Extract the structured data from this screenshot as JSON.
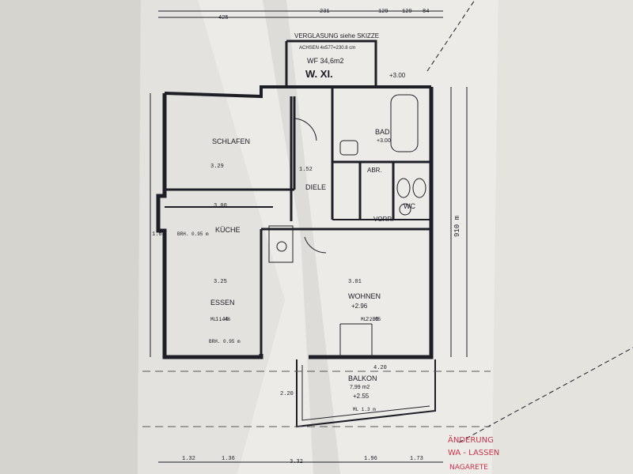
{
  "header": {
    "glazing": "VERGLASUNG siehe SKIZZE",
    "unit_area": "WF 34,6m2",
    "unit_no": "W. XI.",
    "axis_note": "ACHSEN 4x577=230.8 cm",
    "level_top": "+3.00"
  },
  "rooms": [
    {
      "id": "schlafen",
      "name": "SCHLAFEN"
    },
    {
      "id": "bad",
      "name": "BAD",
      "level": "+3.00"
    },
    {
      "id": "abr",
      "name": "ABR."
    },
    {
      "id": "diele",
      "name": "DIELE"
    },
    {
      "id": "wc",
      "name": "WC"
    },
    {
      "id": "vorr",
      "name": "VORR."
    },
    {
      "id": "kueche",
      "name": "KÜCHE"
    },
    {
      "id": "essen",
      "name": "ESSEN"
    },
    {
      "id": "wohnen",
      "name": "WOHNEN",
      "level": "+2.96"
    },
    {
      "id": "balkon",
      "name": "BALKON",
      "area": "7,99 m2",
      "level": "+2.55"
    }
  ],
  "dimensions": {
    "top": [
      "425",
      "231",
      "129",
      "129",
      "84"
    ],
    "bottom": [
      "1.32",
      "1.36",
      "3.32",
      "1.96",
      "1.73"
    ],
    "interior": [
      "3.29",
      "3.00",
      "3.25",
      "3.01",
      "4.20",
      "1.46",
      "2.05",
      "1.52",
      "2.20",
      "1.63"
    ],
    "right_total": "910 m",
    "ml": [
      "ML 1.46",
      "ML 2.05",
      "ML 1.3 m"
    ],
    "brh": [
      "BRH. 0.95 m",
      "BRH. 0.95 m"
    ]
  },
  "annotations": {
    "handwritten": [
      "ÄNDERUNG",
      "WA - LASSEN",
      "NAGARETE"
    ]
  },
  "colors": {
    "paper": "#e9e8e4",
    "line": "#1e1e26",
    "annotation": "#c8344a"
  }
}
